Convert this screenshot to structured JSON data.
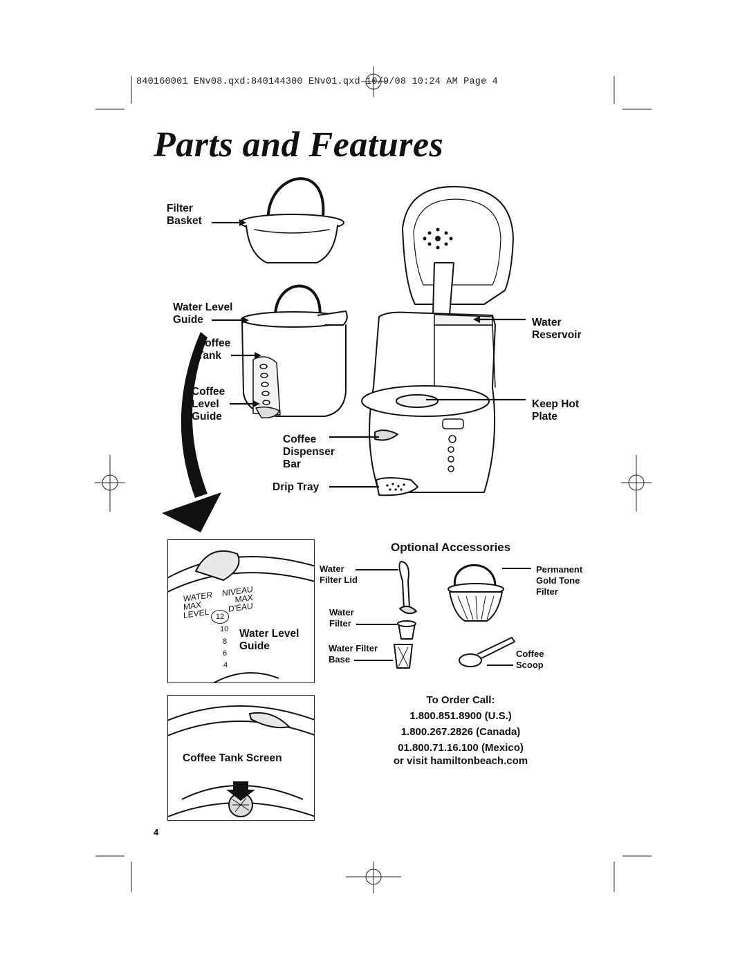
{
  "slug": "840160001 ENv08.qxd:840144300 ENv01.qxd  10/9/08  10:24 AM  Page 4",
  "title": "Parts and Features",
  "labels": {
    "filter_basket": [
      "Filter",
      "Basket"
    ],
    "water_level_guide": [
      "Water Level",
      "Guide"
    ],
    "coffee_tank": [
      "Coffee",
      "Tank"
    ],
    "coffee_level_guide": [
      "Coffee",
      "Level",
      "Guide"
    ],
    "coffee_dispenser_bar": [
      "Coffee",
      "Dispenser",
      "Bar"
    ],
    "drip_tray": "Drip Tray",
    "water_reservoir": [
      "Water",
      "Reservoir"
    ],
    "keep_hot_plate": [
      "Keep Hot",
      "Plate"
    ]
  },
  "inset_water_level": {
    "gauge_water": "WATER",
    "gauge_max": "MAX",
    "gauge_level": "LEVEL",
    "gauge_niveau": "NIVEAU",
    "gauge_max_fr": "MAX",
    "gauge_deau": "D'EAU",
    "marks": [
      "12",
      "10",
      "8",
      "6",
      "4"
    ],
    "label": [
      "Water Level",
      "Guide"
    ]
  },
  "inset_coffee_tank_screen": {
    "label": "Coffee Tank Screen"
  },
  "accessories": {
    "heading": "Optional Accessories",
    "water_filter_lid": [
      "Water",
      "Filter Lid"
    ],
    "water_filter": [
      "Water",
      "Filter"
    ],
    "water_filter_base": [
      "Water Filter",
      "Base"
    ],
    "permanent_filter": [
      "Permanent",
      "Gold Tone",
      "Filter"
    ],
    "coffee_scoop": [
      "Coffee",
      "Scoop"
    ]
  },
  "order": {
    "heading": "To Order Call:",
    "us": "1.800.851.8900 (U.S.)",
    "canada": "1.800.267.2826 (Canada)",
    "mexico": "01.800.71.16.100 (Mexico)",
    "web": "or visit hamiltonbeach.com"
  },
  "page_number": "4"
}
